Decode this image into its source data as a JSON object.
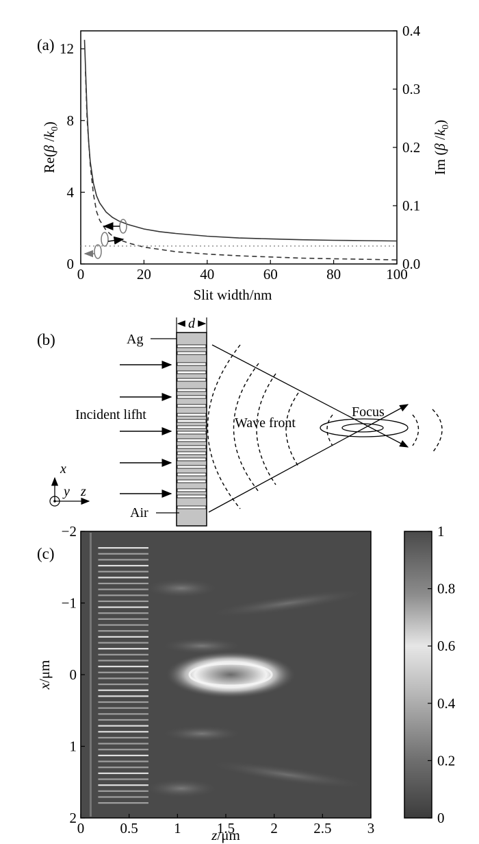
{
  "chart_data": [
    {
      "panel": "(a)",
      "type": "line",
      "xlabel": "Slit width/nm",
      "ylabel_left": {
        "base": "Re(",
        "beta": "β",
        "slash": " /",
        "k": "k",
        "sub": "0",
        "close": ")"
      },
      "ylabel_right": {
        "base": "Im (",
        "beta": "β",
        "slash": " /",
        "k": "k",
        "sub": "0",
        "close": ")"
      },
      "xlim": [
        0,
        100
      ],
      "ylim_left": [
        0,
        13
      ],
      "ylim_right": [
        0,
        0.4
      ],
      "xticks": [
        "0",
        "20",
        "40",
        "60",
        "80",
        "100"
      ],
      "yticks_left": [
        "0",
        "4",
        "8",
        "12"
      ],
      "yticks_right": [
        "0.0",
        "0.1",
        "0.2",
        "0.3",
        "0.4"
      ],
      "xtick_values": [
        0,
        20,
        40,
        60,
        80,
        100
      ],
      "ytick_values_left": [
        0,
        4,
        8,
        12
      ],
      "ytick_values_right": [
        0,
        0.1,
        0.2,
        0.3,
        0.4
      ],
      "series": [
        {
          "axis": "left",
          "style": "solid",
          "x": [
            1.2,
            1.5,
            2,
            2.5,
            3,
            4,
            5,
            6,
            8,
            10,
            12,
            15,
            20,
            25,
            30,
            40,
            50,
            60,
            70,
            80,
            90,
            100
          ],
          "y": [
            12.5,
            11,
            8.5,
            6.8,
            5.7,
            4.5,
            3.8,
            3.4,
            2.9,
            2.6,
            2.4,
            2.2,
            1.95,
            1.8,
            1.7,
            1.55,
            1.45,
            1.4,
            1.35,
            1.32,
            1.3,
            1.28
          ]
        },
        {
          "axis": "right",
          "style": "dashed",
          "x": [
            1.5,
            2,
            3,
            4,
            5,
            6,
            8,
            10,
            12,
            15,
            20,
            30,
            40,
            50,
            60,
            70,
            80,
            90,
            100
          ],
          "y": [
            0.33,
            0.25,
            0.17,
            0.12,
            0.09,
            0.075,
            0.058,
            0.048,
            0.042,
            0.036,
            0.029,
            0.021,
            0.017,
            0.014,
            0.012,
            0.01,
            0.009,
            0.008,
            0.007
          ]
        },
        {
          "axis": "left",
          "style": "dotted",
          "x": [
            0,
            100
          ],
          "y": [
            1,
            1
          ]
        }
      ]
    },
    {
      "panel": "(c)",
      "type": "heatmap",
      "xlabel": {
        "var": "z",
        "unit": "/μm"
      },
      "ylabel": {
        "var": "x",
        "unit": "/μm"
      },
      "xlim": [
        0,
        3
      ],
      "ylim": [
        -2,
        2
      ],
      "xticks": [
        "0",
        "0.5",
        "1",
        "1.5",
        "2",
        "2.5",
        "3"
      ],
      "yticks": [
        "−2",
        "−1",
        "0",
        "1",
        "2"
      ],
      "xtick_values": [
        0,
        0.5,
        1,
        1.5,
        2,
        2.5,
        3
      ],
      "ytick_values": [
        -2,
        -1,
        0,
        1,
        2
      ],
      "colorbar": {
        "range": [
          0,
          1
        ],
        "ticks": [
          "0",
          "0.2",
          "0.4",
          "0.6",
          "0.8",
          "1"
        ],
        "tick_values": [
          0,
          0.2,
          0.4,
          0.6,
          0.8,
          1
        ]
      },
      "focus": {
        "z": 1.55,
        "x": 0
      }
    }
  ],
  "panel_a": {
    "label": "(a)"
  },
  "panel_b": {
    "label": "(b)",
    "d_label": "d",
    "ag_label": "Ag",
    "air_label": "Air",
    "incident_label": "Incident lifht",
    "wavefront_label": "Wave front",
    "focus_label": "Focus",
    "axis_x": "x",
    "axis_y": "y",
    "axis_z": "z"
  },
  "panel_c": {
    "label": "(c)"
  }
}
